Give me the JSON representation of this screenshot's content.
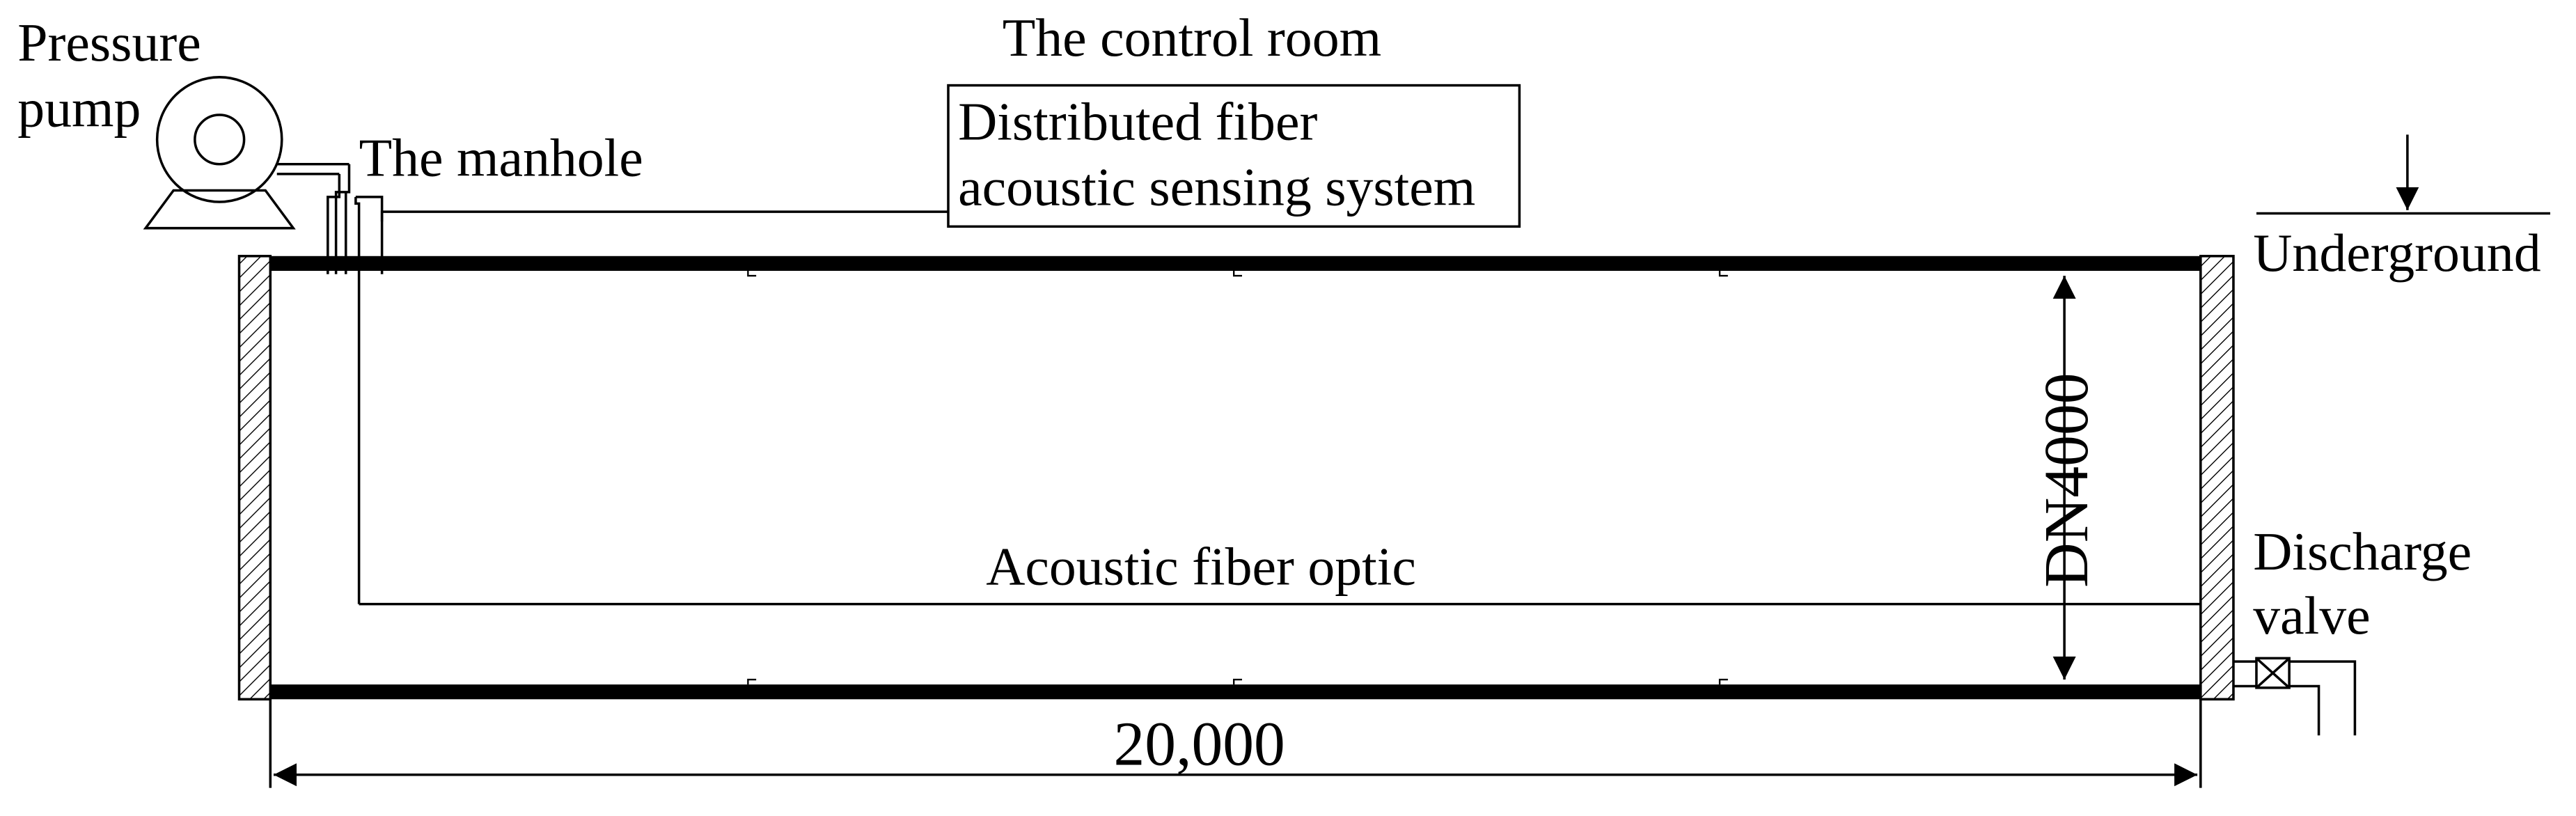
{
  "labels": {
    "pressure_pump_line1": "Pressure",
    "pressure_pump_line2": "pump",
    "manhole": "The manhole",
    "control_room": "The control room",
    "das_line1": "Distributed fiber",
    "das_line2": "acoustic sensing system",
    "underground": "Underground",
    "pipe_diameter": "DN4000",
    "fiber": "Acoustic fiber optic",
    "valve_line1": "Discharge",
    "valve_line2": "valve",
    "length": "20,000"
  },
  "colors": {
    "ink": "#000000",
    "background": "#ffffff"
  }
}
